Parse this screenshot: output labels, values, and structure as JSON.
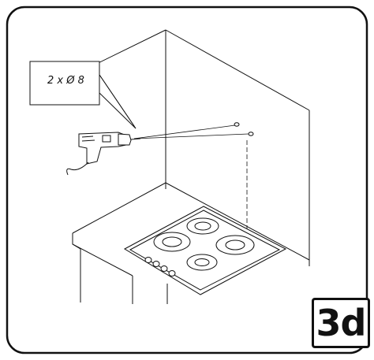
{
  "callout": {
    "text": "2 x Ø 8"
  },
  "step": {
    "label": "3d"
  },
  "colors": {
    "line": "#111111",
    "panel_border": "#111111",
    "background": "#ffffff"
  },
  "icons": [
    "drill-icon",
    "cooktop-icon",
    "drill-hole-marks"
  ]
}
